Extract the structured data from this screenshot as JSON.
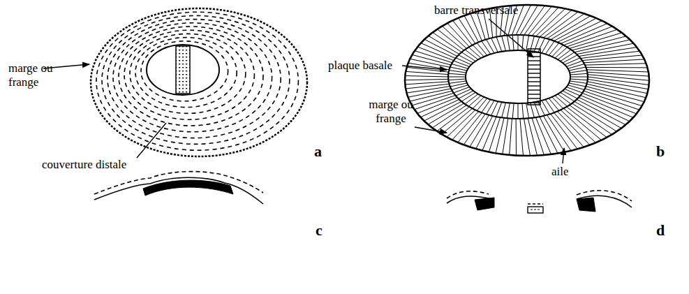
{
  "diagram": {
    "labels": [
      "marge ou frange",
      "couverture distale",
      "a",
      "barre transversale",
      "plaque basale",
      "marge ou frange",
      "aile",
      "b",
      "c",
      "d"
    ]
  }
}
